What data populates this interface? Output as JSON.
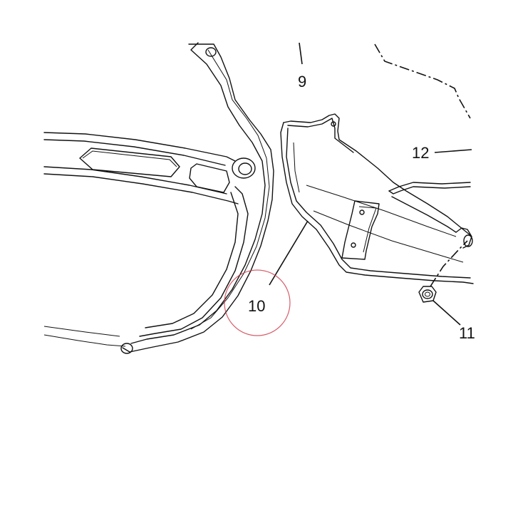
{
  "callouts": [
    {
      "id": "9",
      "text": "9"
    },
    {
      "id": "10",
      "text": "10"
    },
    {
      "id": "11",
      "text": "11"
    },
    {
      "id": "12",
      "text": "12"
    }
  ],
  "highlight_color": "#cc3344",
  "line_color": "#111111"
}
